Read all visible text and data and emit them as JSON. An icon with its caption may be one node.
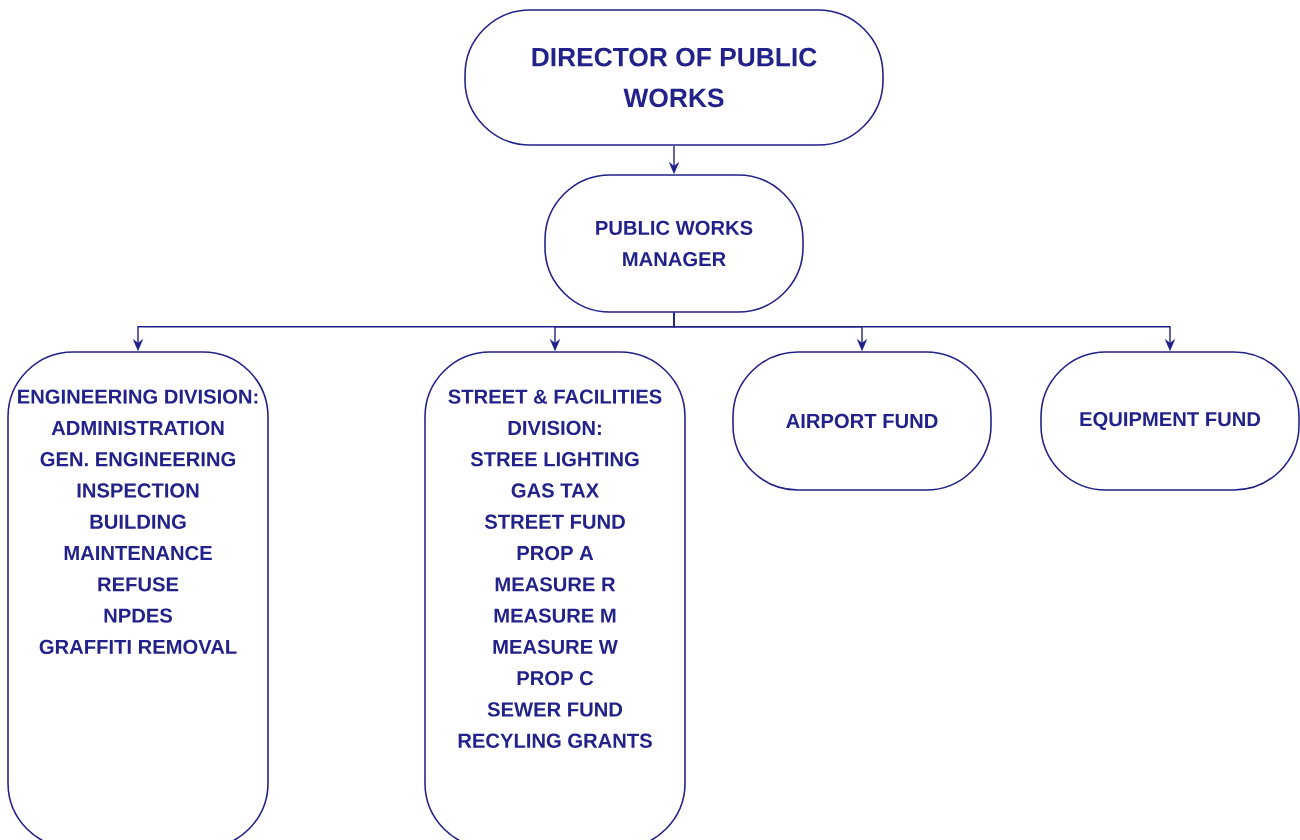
{
  "diagram": {
    "nodes": [
      {
        "text": [
          "DIRECTOR OF PUBLIC WORKS"
        ]
      },
      {
        "text": [
          "PUBLIC WORKS MANAGER"
        ]
      },
      {
        "text": [
          "ENGINEERING DIVISION:",
          "ADMINISTRATION",
          "GEN. ENGINEERING",
          "INSPECTION",
          "BUILDING",
          "MAINTENANCE",
          "REFUSE",
          "NPDES",
          "GRAFFITI REMOVAL"
        ]
      },
      {
        "text": [
          "STREET & FACILITIES DIVISION:",
          "STREE LIGHTING",
          "GAS TAX",
          "STREET FUND",
          "PROP A",
          "MEASURE R",
          "MEASURE M",
          "MEASURE W",
          "PROP C",
          "SEWER FUND",
          "RECYLING GRANTS"
        ]
      },
      {
        "text": [
          "AIRPORT FUND"
        ]
      },
      {
        "text": [
          "EQUIPMENT FUND"
        ]
      }
    ],
    "edges": [
      {
        "from": 0,
        "to": 1,
        "arrow": "to"
      },
      {
        "from": 1,
        "to": 2,
        "arrow": "to"
      },
      {
        "from": 1,
        "to": 3,
        "arrow": "to"
      },
      {
        "from": 1,
        "to": 4,
        "arrow": "to"
      },
      {
        "from": 1,
        "to": 5,
        "arrow": "to"
      }
    ]
  }
}
